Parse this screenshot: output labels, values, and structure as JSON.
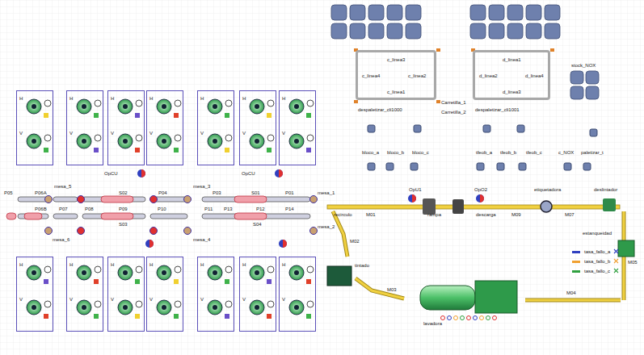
{
  "diagram": {
    "nodes": [
      {
        "text": [
          "c_linea3",
          "c_linea4",
          "c_linea2",
          "c_linea1",
          "despaletizar_cli1000"
        ]
      },
      {
        "text": [
          "d_linea1",
          "d_linea2",
          "d_linea4",
          "d_linea3",
          "despaletizar_cli1001"
        ]
      },
      {
        "text": [
          "H",
          "V"
        ]
      },
      {
        "text": [
          "H",
          "V"
        ]
      },
      {
        "text": [
          "H",
          "V"
        ]
      },
      {
        "text": [
          "H",
          "V"
        ]
      },
      {
        "text": [
          "H",
          "V"
        ]
      },
      {
        "text": [
          "H",
          "V"
        ]
      },
      {
        "text": [
          "H",
          "V"
        ]
      },
      {
        "text": [
          "H",
          "V"
        ]
      },
      {
        "text": [
          "H",
          "V"
        ]
      },
      {
        "text": [
          "H",
          "V"
        ]
      },
      {
        "text": [
          "H",
          "V"
        ]
      },
      {
        "text": [
          "H",
          "V"
        ]
      },
      {
        "text": [
          "H",
          "V"
        ]
      },
      {
        "text": [
          "H",
          "V"
        ]
      },
      {
        "text": [
          "lavadora"
        ]
      },
      {
        "text": [
          "tintado"
        ]
      }
    ],
    "labels": [
      "Carretilla_1",
      "Carretilla_2",
      "stock_NOX",
      "bloco_a",
      "bloco_b",
      "bloco_c",
      "tfeob_a",
      "tfeob_b",
      "tfeob_c",
      "c_NOX",
      "paletizar_t",
      "OpCU",
      "OpCU",
      "mesa_5",
      "mesa_6",
      "mesa_3",
      "mesa_4",
      "mesa_1",
      "mesa_2",
      "P05",
      "P06A",
      "S02",
      "P04",
      "P03",
      "S01",
      "P01",
      "P06B",
      "P07",
      "P08",
      "P09",
      "P10",
      "P11",
      "P13",
      "P12",
      "P14",
      "S03",
      "S04",
      "recirculo",
      "M01",
      "OpU1",
      "rampa",
      "OpO2",
      "descarga",
      "M09",
      "etiquetadora",
      "M07",
      "deslintador",
      "estanqueidad",
      "tasa_fallo_a",
      "tasa_fallo_b",
      "tasa_fallo_c",
      "M05",
      "M02",
      "M03",
      "M04"
    ]
  }
}
